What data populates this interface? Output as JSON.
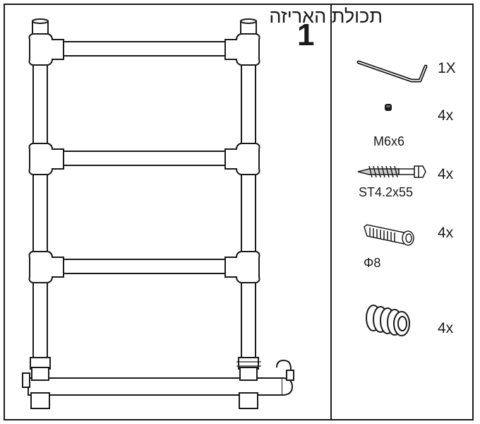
{
  "header": {
    "title": "תכולת האריזה",
    "step_number": "1"
  },
  "parts": [
    {
      "name": "hex-key",
      "quantity": "1X",
      "spec": ""
    },
    {
      "name": "set-screw",
      "quantity": "4x",
      "spec": "M6x6"
    },
    {
      "name": "wood-screw",
      "quantity": "4x",
      "spec": "ST4.2x55"
    },
    {
      "name": "wall-plug",
      "quantity": "4x",
      "spec": "Φ8"
    },
    {
      "name": "spacer-sleeve",
      "quantity": "4x",
      "spec": ""
    }
  ]
}
